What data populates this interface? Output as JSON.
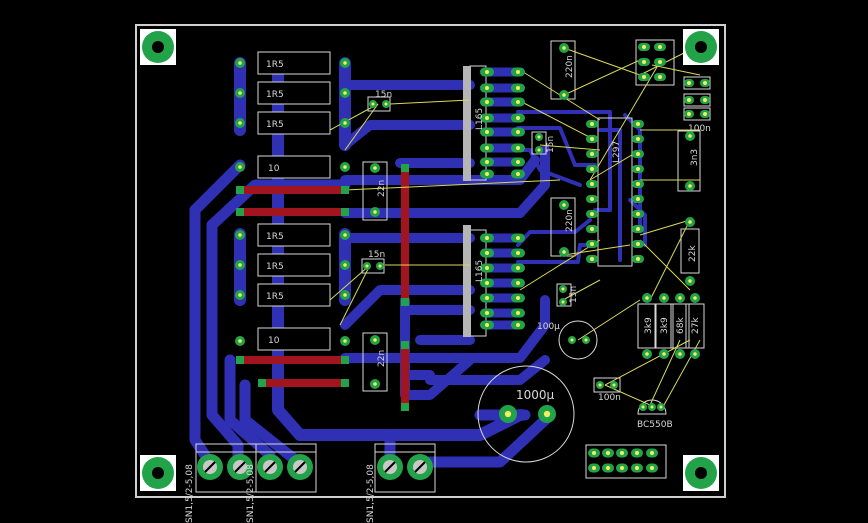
{
  "board": {
    "background": "#000000",
    "outline_color": "#cfcfcf",
    "bottom_trace_color": "#2f30b3",
    "top_trace_color": "#a3151e",
    "pad_color": "#22a34a",
    "drill_color": "#f0f060",
    "airwire_color": "#d9d95a",
    "silk_color": "#d8d8d8"
  },
  "components": {
    "r1": "1R5",
    "r2": "1R5",
    "r3": "1R5",
    "r4": "10",
    "r5": "1R5",
    "r6": "1R5",
    "r7": "1R5",
    "r8": "10",
    "c_15n_a": "15n",
    "c_15n_b": "15n",
    "c_15n_c": "15n",
    "c_15n_d": "15n",
    "c_22n_a": "22n",
    "c_22n_b": "22n",
    "c_220n_a": "220n",
    "c_220n_b": "220n",
    "ic_a": "L165",
    "ic_b": "L165",
    "ic_c": "L297",
    "c_100n_a": "100n",
    "c_100n_b": "100n",
    "c_3n3": "3n3",
    "r_22k": "22k",
    "r_3k9": "3k9",
    "r_3k9b": "3k9",
    "r_68k": "68k",
    "r_27k": "27k",
    "c_100u": "100µ",
    "c_1000u": "1000µ",
    "transistor": "BC550B",
    "term_a": "SN1,5/2-5,08",
    "term_b": "SN1,5/2-5,08",
    "term_c": "SN1,5/2-5,08"
  }
}
